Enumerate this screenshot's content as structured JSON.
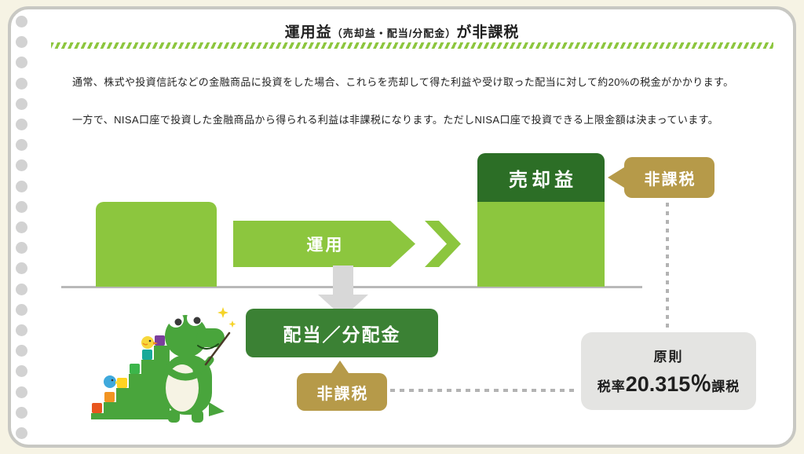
{
  "header": {
    "title_main": "運用益",
    "title_paren": "（売却益・配当/分配金）",
    "title_suffix": "が非課税"
  },
  "body": {
    "paragraph1": "通常、株式や投資信託などの金融商品に投資をした場合、これらを売却して得た利益や受け取った配当に対して約20%の税金がかかります。",
    "paragraph2": "一方で、NISA口座で投資した金融商品から得られる利益は非課税になります。ただしNISA口座で投資できる上限金額は決まっています。"
  },
  "diagram": {
    "management_arrow_label": "運用",
    "capital_gain_label": "売却益",
    "dividend_label": "配当／分配金",
    "tax_free_badge_top": "非課税",
    "tax_free_badge_bottom": "非課税",
    "tax_note": {
      "line1": "原則",
      "line2_prefix": "税率",
      "line2_rate": "20.315％",
      "line2_suffix": "課税"
    }
  },
  "colors": {
    "background_cream": "#f6f3e4",
    "accent_light_green": "#8cc63e",
    "stripe_green": "#8dc63f",
    "dark_green": "#2c6e26",
    "mid_green": "#3b8134",
    "gold": "#b69a49",
    "note_gray": "#e4e4e2"
  }
}
